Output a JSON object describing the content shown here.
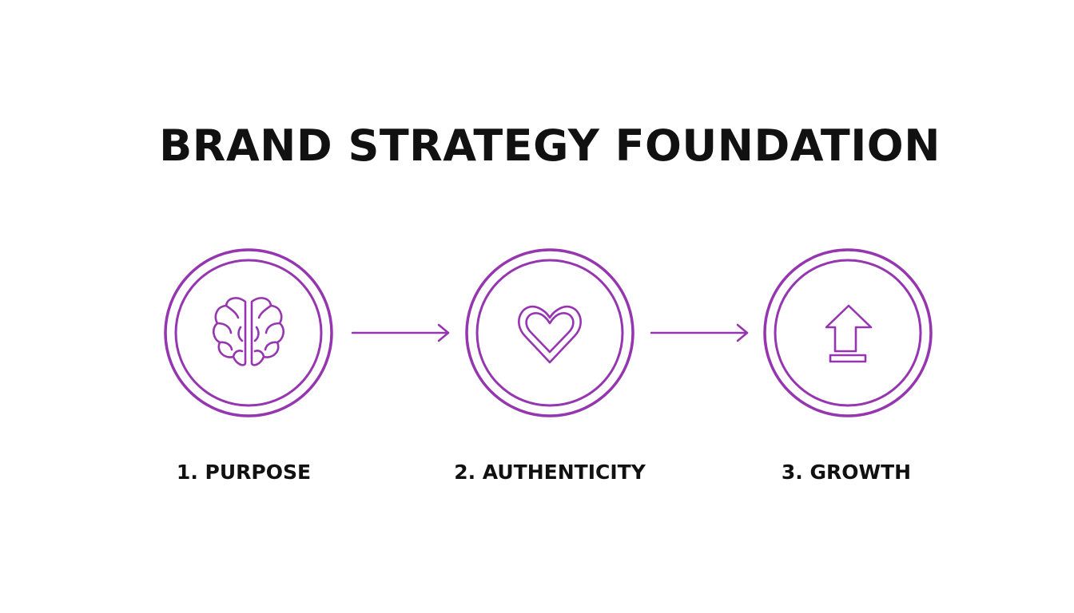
{
  "title": "BRAND STRATEGY FOUNDATION",
  "accent_color": "#9536b0",
  "steps": [
    {
      "label": "1. PURPOSE",
      "icon": "brain-icon"
    },
    {
      "label": "2. AUTHENTICITY",
      "icon": "heart-icon"
    },
    {
      "label": "3. GROWTH",
      "icon": "arrow-up-icon"
    }
  ]
}
